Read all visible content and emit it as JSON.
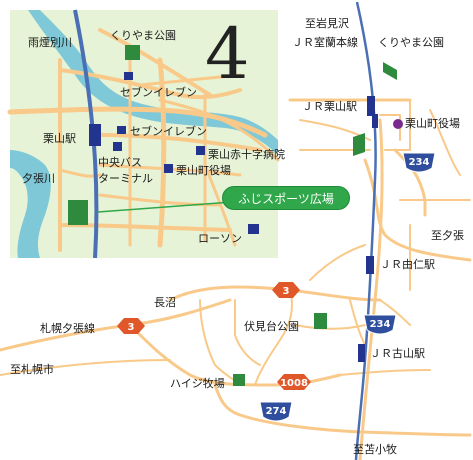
{
  "inset": {
    "scale_number": "4",
    "labels": {
      "river_upper": "雨煙別川",
      "park": "くりやま公園",
      "seven_top": "セブンイレブン",
      "seven_mid": "セブンイレブン",
      "station": "栗山駅",
      "hospital": "栗山赤十字病院",
      "bus_terminal_1": "中央バス",
      "bus_terminal_2": "ターミナル",
      "town_office": "栗山町役場",
      "river_lower": "夕張川",
      "lawson": "ローソン"
    }
  },
  "callout": {
    "label": "ふじスポーツ広場"
  },
  "labels": {
    "to_iwamizawa": "至岩見沢",
    "jr_muroran": "ＪＲ室蘭本線",
    "park": "くりやま公園",
    "jr_kuriyama": "ＪＲ栗山駅",
    "town_office": "栗山町役場",
    "to_yubari": "至夕張",
    "jr_yuni": "ＪＲ由仁駅",
    "naganuma": "長沼",
    "fushimidai": "伏見台公園",
    "sapporo_yubari": "札幌夕張線",
    "to_sapporo": "至札幌市",
    "jr_furusan": "ＪＲ古山駅",
    "heidi": "ハイジ牧場",
    "to_tomakomai": "至苫小牧"
  },
  "route_shields": {
    "r234_upper": "234",
    "r3_upper": "3",
    "r3_left": "3",
    "r234_lower": "234",
    "r1008": "1008",
    "r274": "274"
  },
  "colors": {
    "road": "#f9c98a",
    "river": "#7ec8d8",
    "inset_bg": "#e6f3d6",
    "rail": "#4a6fb5",
    "station": "#22348e",
    "park": "#2e8b3d",
    "callout": "#2fa74a",
    "highway_shield": "#2f4f9e",
    "route_shield": "#e0582a",
    "town_office_dot": "#7a2a8c"
  }
}
